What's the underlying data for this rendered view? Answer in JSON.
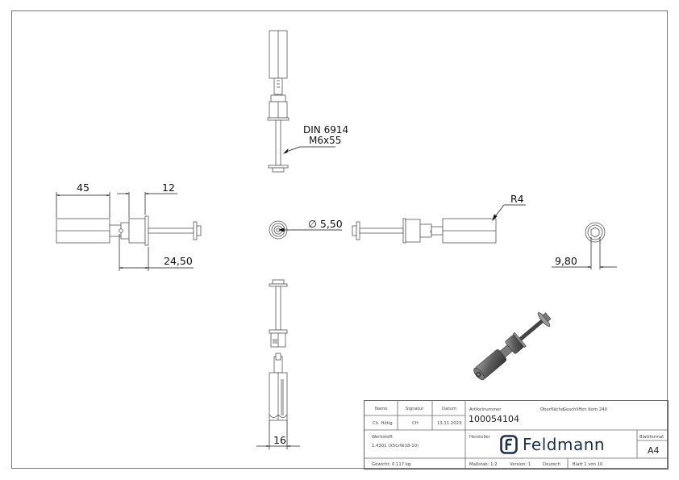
{
  "drawing": {
    "sheet_format": "A4",
    "views": {
      "top_vertical": {
        "annotation_line1": "DIN 6914",
        "annotation_line2": "M6x55"
      },
      "left_side": {
        "dim_length_hex": "45",
        "dim_nut": "12",
        "dim_offset": "24,50"
      },
      "end_view": {
        "dim_diameter": "∅ 5,50"
      },
      "right_side": {
        "dim_radius": "R4"
      },
      "hex_end": {
        "dim_width": "9,80"
      },
      "bottom_vertical": {
        "dim_width": "16"
      },
      "isometric": {
        "label": "isometric-view"
      }
    }
  },
  "title_block": {
    "headers": {
      "name": "Name",
      "signature": "Signatur",
      "date": "Datum"
    },
    "values": {
      "name": "Ch. Hötig",
      "signature": "CH",
      "date": "13.11.2023"
    },
    "article_label": "Artikelnummer",
    "article_number": "100054104",
    "surface_label": "Oberfläche:",
    "surface_value": "Geschliffen Korn 240",
    "material_label": "Werkstoff:",
    "material_value": "1.4301 (X5CrNi18-10)",
    "manufacturer_label": "Hersteller",
    "manufacturer_name": "Feldmann",
    "sheet_format_label": "Blattformat",
    "sheet_format_value": "A4",
    "weight": "Gewicht: 0.117 kg",
    "scale": "Maßstab: 1:2",
    "version": "Version: 1",
    "language": "Deutsch",
    "sheet": "Blatt 1 von 10"
  },
  "colors": {
    "line": "#555555",
    "logo": "#1d2f4e",
    "frame": "#777777"
  }
}
